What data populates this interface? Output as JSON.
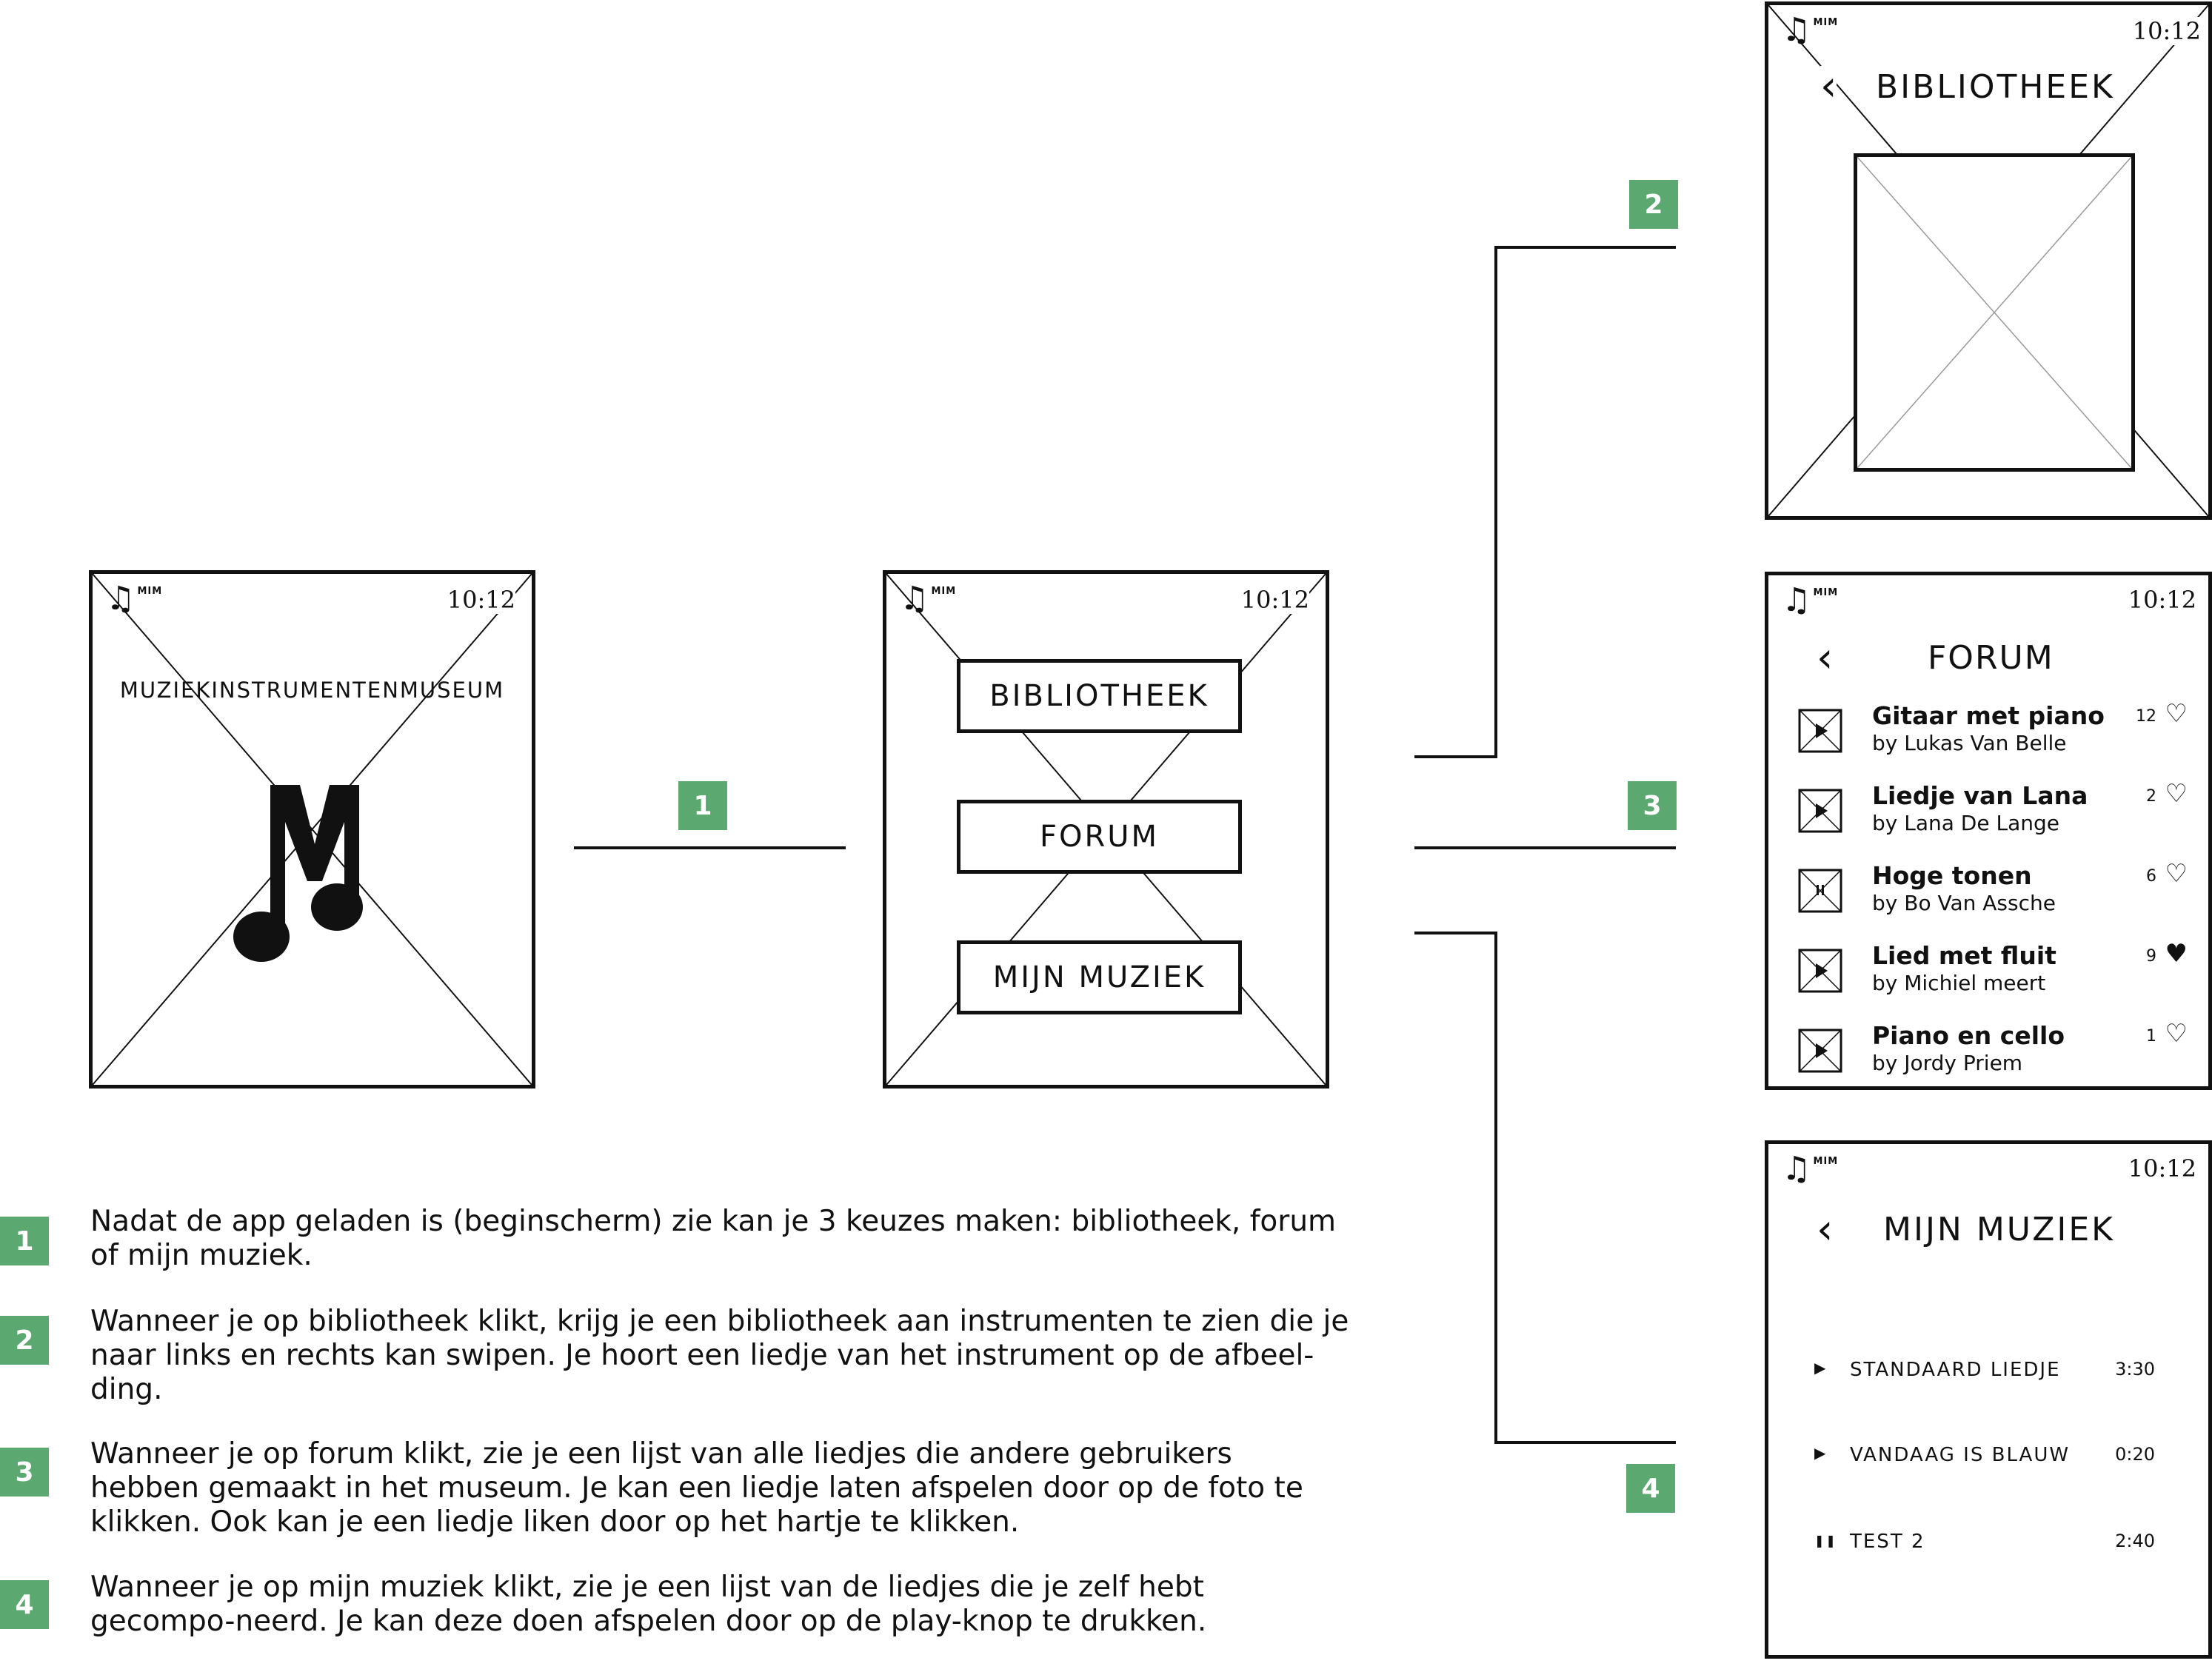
{
  "brand": {
    "mark": "♫",
    "name": "MIM",
    "time": "10:12"
  },
  "colors": {
    "badge": "#5ba870",
    "line": "#111111"
  },
  "splash": {
    "museum_name": "MUZIEKINSTRUMENTENMUSEUM"
  },
  "menu": {
    "items": [
      "BIBLIOTHEEK",
      "FORUM",
      "MIJN MUZIEK"
    ]
  },
  "badges": [
    "1",
    "2",
    "3",
    "4"
  ],
  "library": {
    "title": "BIBLIOTHEEK"
  },
  "forum": {
    "title": "FORUM",
    "songs": [
      {
        "title": "Gitaar met piano",
        "by": "by Lukas Van Belle",
        "likes": "12",
        "liked": false,
        "state": "play"
      },
      {
        "title": "Liedje van Lana",
        "by": "by Lana De Lange",
        "likes": "2",
        "liked": false,
        "state": "play"
      },
      {
        "title": "Hoge tonen",
        "by": "by Bo Van Assche",
        "likes": "6",
        "liked": false,
        "state": "pause"
      },
      {
        "title": "Lied met fluit",
        "by": "by Michiel meert",
        "likes": "9",
        "liked": true,
        "state": "play"
      },
      {
        "title": "Piano en cello",
        "by": "by Jordy Priem",
        "likes": "1",
        "liked": false,
        "state": "play"
      }
    ]
  },
  "my_music": {
    "title": "MIJN MUZIEK",
    "tracks": [
      {
        "name": "STANDAARD LIEDJE",
        "duration": "3:30",
        "state": "play"
      },
      {
        "name": "VANDAAG IS BLAUW",
        "duration": "0:20",
        "state": "play"
      },
      {
        "name": "TEST 2",
        "duration": "2:40",
        "state": "pause"
      }
    ]
  },
  "descriptions": [
    {
      "num": "1",
      "text": "Nadat de app geladen is (beginscherm) zie kan je 3 keuzes maken: bibliotheek, forum of mijn muziek."
    },
    {
      "num": "2",
      "text": "Wanneer je op bibliotheek klikt, krijg je een bibliotheek aan instrumenten te zien die je naar links en rechts kan swipen. Je hoort een liedje van het instrument op de afbeel-ding."
    },
    {
      "num": "3",
      "text": "Wanneer je op forum klikt, zie je een lijst van alle liedjes die andere gebruikers hebben gemaakt in het museum. Je kan een liedje laten afspelen door op de foto te klikken. Ook kan je een liedje liken door op het hartje te klikken."
    },
    {
      "num": "4",
      "text": "Wanneer je op mijn muziek klikt, zie je een lijst van de liedjes die je zelf hebt gecompo-neerd. Je kan deze doen afspelen door op de play-knop te drukken."
    }
  ]
}
